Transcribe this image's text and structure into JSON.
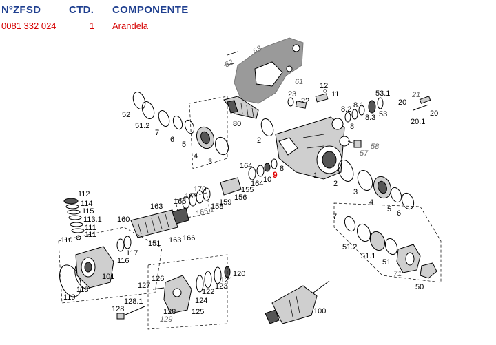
{
  "header": {
    "col_code": "NºZFSD",
    "col_qty": "CTD.",
    "col_component": "COMPONENTE",
    "code": "0081 332 024",
    "qty": "1",
    "component": "Arandela"
  },
  "labels": {
    "l63": "63",
    "l62": "62",
    "l61": "61",
    "l23": "23",
    "l22": "22",
    "l12": "12",
    "l11": "11",
    "l53_1": "53.1",
    "l21": "21",
    "l20": "20",
    "l8_2": "8.2",
    "l8_1": "8.1",
    "l8_3": "8.3",
    "l53": "53",
    "l20b": "20",
    "l20_1": "20.1",
    "l52": "52",
    "l51_2": "51.2",
    "l7": "7",
    "l6": "6",
    "l5": "5",
    "l4": "4",
    "l3": "3",
    "l80": "80",
    "l2": "2",
    "l8": "8",
    "l58": "58",
    "l57": "57",
    "l164": "164",
    "l9": "9",
    "l8b": "8",
    "l10": "10",
    "l164b": "164",
    "l155": "155",
    "l156": "156",
    "l159": "159",
    "l170": "170",
    "l169": "169",
    "l165": "165",
    "l158": "158",
    "l165_1": "165.1",
    "l163": "163",
    "l112": "112",
    "l114": "114",
    "l115": "115",
    "l113_1": "113.1",
    "l111": "111",
    "l111b": "111",
    "l160": "160",
    "l110": "110",
    "l166": "166",
    "l151": "151",
    "l163b": "163",
    "l117": "117",
    "l116": "116",
    "l101": "101",
    "l118": "118",
    "l119": "119",
    "l1": "1",
    "l2b": "2",
    "l3b": "3",
    "l4b": "4",
    "l5b": "5",
    "l6b": "6",
    "l7b": "7",
    "l51_2b": "51.2",
    "l51_1": "51.1",
    "l51": "51",
    "l71": "71",
    "l50": "50",
    "l120": "120",
    "l121": "121",
    "l123": "123",
    "l122": "122",
    "l126": "126",
    "l127": "127",
    "l128_1": "128.1",
    "l128": "128",
    "l128b": "128",
    "l129": "129",
    "l124": "124",
    "l125": "125",
    "l100": "100"
  },
  "colors": {
    "header_blue": "#1f3f8f",
    "highlight_red": "#e00000"
  }
}
